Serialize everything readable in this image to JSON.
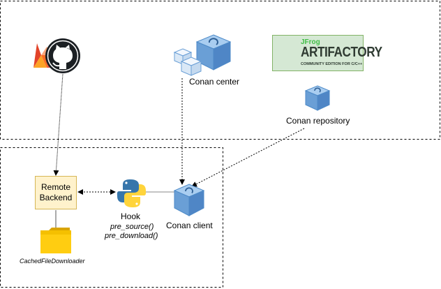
{
  "nodes": {
    "conan_center": "Conan center",
    "conan_repository": "Conan repository",
    "remote_backend": [
      "Remote",
      "Backend"
    ],
    "hook": "Hook",
    "hook_methods": [
      "pre_source()",
      "pre_download()"
    ],
    "conan_client": "Conan client",
    "cached_downloader": "CachedFileDownloader"
  },
  "artifactory_logo": {
    "brand": "JFrog",
    "name": "ARTIFACTORY",
    "edition": "COMMUNITY EDITION FOR C/C++"
  },
  "icons": {
    "gitlab": "gitlab-icon",
    "github": "github-icon",
    "conan": "conan-cube-icon",
    "python": "python-icon",
    "folder": "folder-icon"
  },
  "colors": {
    "conan_blue": "#6699cc",
    "remote_backend_fill": "#fff2cc",
    "remote_backend_stroke": "#d6b656",
    "artifactory_fill": "#d5e8d4",
    "folder_yellow": "#f5c000",
    "python_blue": "#3776ab",
    "python_yellow": "#ffd43b"
  }
}
